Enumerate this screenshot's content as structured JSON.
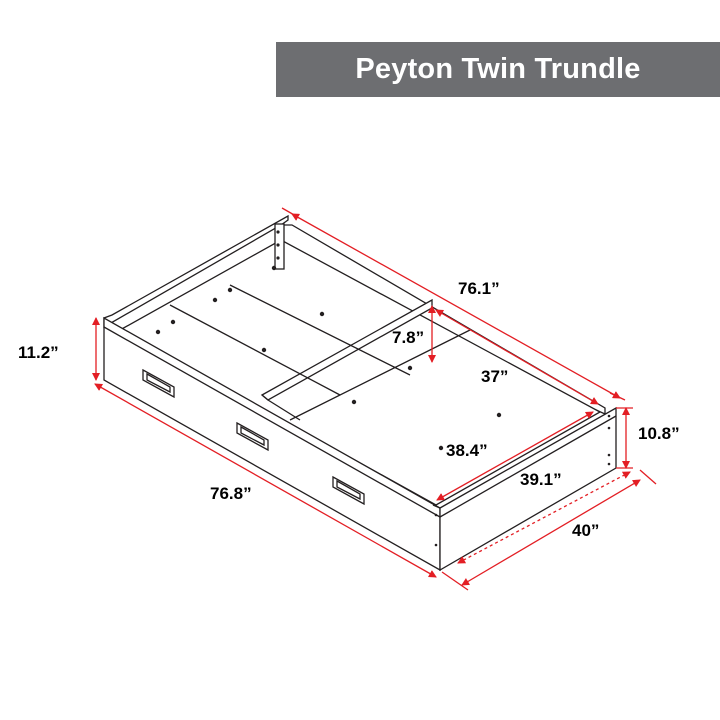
{
  "title": "Peyton Twin Trundle",
  "colors": {
    "title_background": "#6d6e71",
    "title_text": "#ffffff",
    "dimension_line": "#e31e24",
    "outline": "#231f20"
  },
  "dimensions": {
    "top_length": "76.1”",
    "front_length": "76.8”",
    "height_left": "11.2”",
    "height_right": "10.8”",
    "inner_divider_height": "7.8”",
    "inner_width_rear": "37”",
    "inner_width_front": "38.4”",
    "outer_width_inner_edge": "39.1”",
    "outer_width": "40”"
  },
  "handles": [
    {
      "icon": "handle-cutout-icon"
    },
    {
      "icon": "handle-cutout-icon"
    },
    {
      "icon": "handle-cutout-icon"
    }
  ]
}
